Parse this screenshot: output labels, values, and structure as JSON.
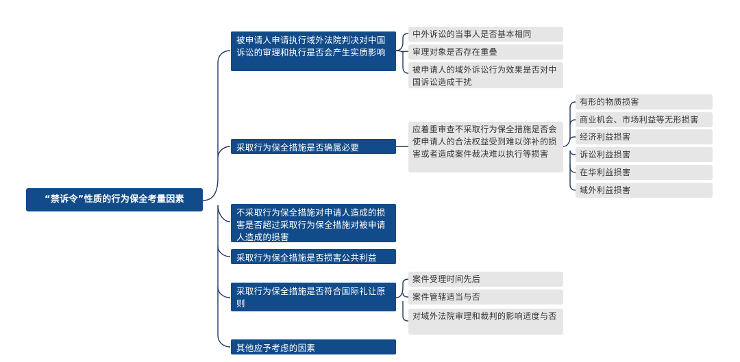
{
  "root": "“禁诉令”性质的行为保全考量因素",
  "branches": [
    {
      "label": "被申请人申请执行域外法院判决对中国诉讼的审理和执行是否会产生实质影响",
      "children": [
        "中外诉讼的当事人是否基本相同",
        "审理对象是否存在重叠",
        "被申请人的域外诉讼行为效果是否对中国诉讼造成干扰"
      ]
    },
    {
      "label": "采取行为保全措施是否确属必要",
      "children": [
        "应着重审查不采取行为保全措施是否会使申请人的合法权益受到难以弥补的损害或者造成案件裁决难以执行等损害"
      ],
      "grandchildren": [
        "有形的物质损害",
        "商业机会、市场利益等无形损害",
        "经济利益损害",
        "诉讼利益损害",
        "在华利益损害",
        "域外利益损害"
      ]
    },
    {
      "label": "不采取行为保全措施对申请人造成的损害是否超过采取行为保全措施对被申请人造成的损害"
    },
    {
      "label": "采取行为保全措施是否损害公共利益"
    },
    {
      "label": "采取行为保全措施是否符合国际礼让原则",
      "children": [
        "案件受理时间先后",
        "案件管辖适当与否",
        "对域外法院审理和裁判的影响适度与否"
      ]
    },
    {
      "label": "其他应予考虑的因素"
    }
  ]
}
